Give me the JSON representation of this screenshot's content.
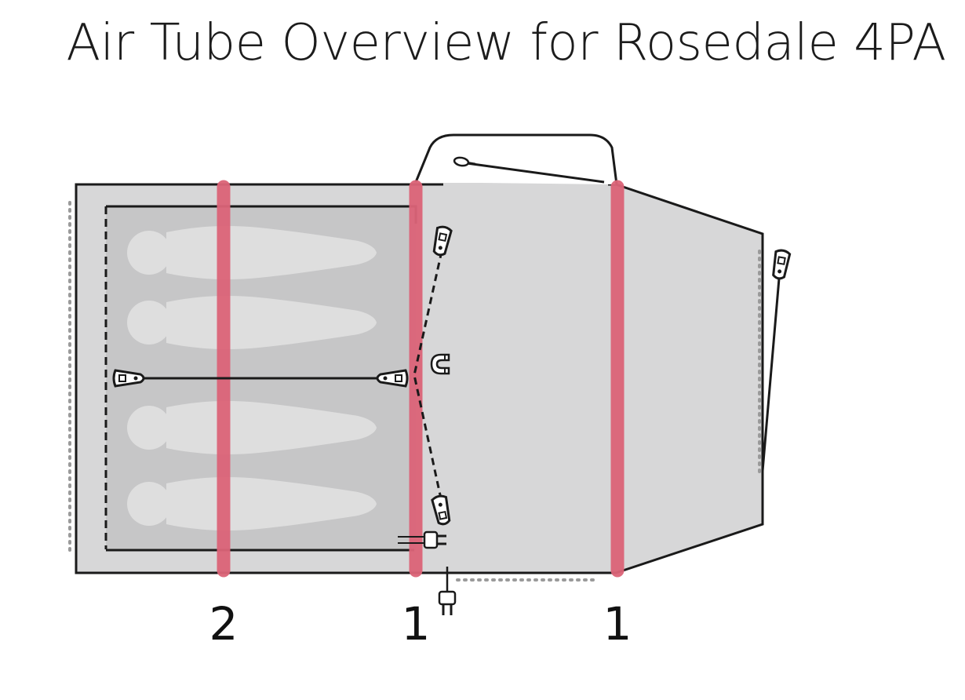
{
  "title": "Air Tube Overview for Rosedale 4PA",
  "tube_numbers": [
    "2",
    "1",
    "1"
  ],
  "colors": {
    "tent_fill": "#d7d7d8",
    "bedroom_fill": "#c6c6c7",
    "air_tube": "#dc6478",
    "outline": "#1a1a1a",
    "sleeper": "#dedede"
  },
  "icons": [
    "magnet-icon",
    "electric-plug-icon",
    "hook-icon",
    "toggle-tensioner-icon",
    "peg-icon"
  ]
}
